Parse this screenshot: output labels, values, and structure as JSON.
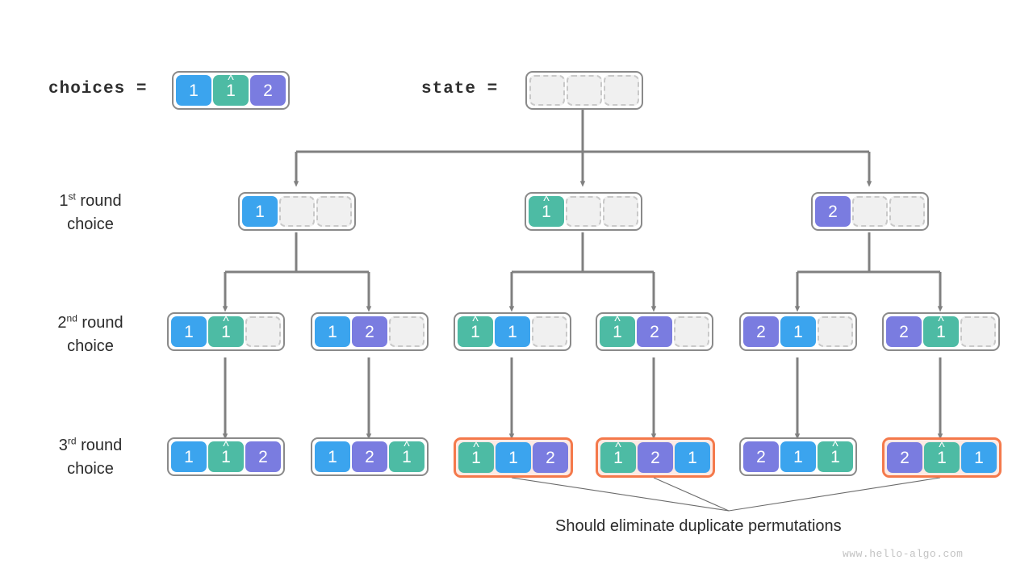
{
  "header": {
    "choices_label": "choices =",
    "state_label": "state =",
    "choices_cells": [
      {
        "value": "1",
        "color": "blue",
        "hat": false
      },
      {
        "value": "1",
        "color": "teal",
        "hat": true
      },
      {
        "value": "2",
        "color": "purple",
        "hat": false
      }
    ],
    "state_cells": [
      {
        "value": "",
        "color": "empty",
        "hat": false
      },
      {
        "value": "",
        "color": "empty",
        "hat": false
      },
      {
        "value": "",
        "color": "empty",
        "hat": false
      }
    ]
  },
  "rows": [
    {
      "label_main": "1",
      "label_sup": "st",
      "label_rest": " round",
      "label_line2": "choice"
    },
    {
      "label_main": "2",
      "label_sup": "nd",
      "label_rest": " round",
      "label_line2": "choice"
    },
    {
      "label_main": "3",
      "label_sup": "rd",
      "label_rest": " round",
      "label_line2": "choice"
    }
  ],
  "level1": [
    {
      "highlight": false,
      "cells": [
        {
          "value": "1",
          "color": "blue",
          "hat": false
        },
        {
          "value": "",
          "color": "empty",
          "hat": false
        },
        {
          "value": "",
          "color": "empty",
          "hat": false
        }
      ]
    },
    {
      "highlight": false,
      "cells": [
        {
          "value": "1",
          "color": "teal",
          "hat": true
        },
        {
          "value": "",
          "color": "empty",
          "hat": false
        },
        {
          "value": "",
          "color": "empty",
          "hat": false
        }
      ]
    },
    {
      "highlight": false,
      "cells": [
        {
          "value": "2",
          "color": "purple",
          "hat": false
        },
        {
          "value": "",
          "color": "empty",
          "hat": false
        },
        {
          "value": "",
          "color": "empty",
          "hat": false
        }
      ]
    }
  ],
  "level2": [
    {
      "highlight": false,
      "cells": [
        {
          "value": "1",
          "color": "blue",
          "hat": false
        },
        {
          "value": "1",
          "color": "teal",
          "hat": true
        },
        {
          "value": "",
          "color": "empty",
          "hat": false
        }
      ]
    },
    {
      "highlight": false,
      "cells": [
        {
          "value": "1",
          "color": "blue",
          "hat": false
        },
        {
          "value": "2",
          "color": "purple",
          "hat": false
        },
        {
          "value": "",
          "color": "empty",
          "hat": false
        }
      ]
    },
    {
      "highlight": false,
      "cells": [
        {
          "value": "1",
          "color": "teal",
          "hat": true
        },
        {
          "value": "1",
          "color": "blue",
          "hat": false
        },
        {
          "value": "",
          "color": "empty",
          "hat": false
        }
      ]
    },
    {
      "highlight": false,
      "cells": [
        {
          "value": "1",
          "color": "teal",
          "hat": true
        },
        {
          "value": "2",
          "color": "purple",
          "hat": false
        },
        {
          "value": "",
          "color": "empty",
          "hat": false
        }
      ]
    },
    {
      "highlight": false,
      "cells": [
        {
          "value": "2",
          "color": "purple",
          "hat": false
        },
        {
          "value": "1",
          "color": "blue",
          "hat": false
        },
        {
          "value": "",
          "color": "empty",
          "hat": false
        }
      ]
    },
    {
      "highlight": false,
      "cells": [
        {
          "value": "2",
          "color": "purple",
          "hat": false
        },
        {
          "value": "1",
          "color": "teal",
          "hat": true
        },
        {
          "value": "",
          "color": "empty",
          "hat": false
        }
      ]
    }
  ],
  "level3": [
    {
      "highlight": false,
      "cells": [
        {
          "value": "1",
          "color": "blue",
          "hat": false
        },
        {
          "value": "1",
          "color": "teal",
          "hat": true
        },
        {
          "value": "2",
          "color": "purple",
          "hat": false
        }
      ]
    },
    {
      "highlight": false,
      "cells": [
        {
          "value": "1",
          "color": "blue",
          "hat": false
        },
        {
          "value": "2",
          "color": "purple",
          "hat": false
        },
        {
          "value": "1",
          "color": "teal",
          "hat": true
        }
      ]
    },
    {
      "highlight": true,
      "cells": [
        {
          "value": "1",
          "color": "teal",
          "hat": true
        },
        {
          "value": "1",
          "color": "blue",
          "hat": false
        },
        {
          "value": "2",
          "color": "purple",
          "hat": false
        }
      ]
    },
    {
      "highlight": true,
      "cells": [
        {
          "value": "1",
          "color": "teal",
          "hat": true
        },
        {
          "value": "2",
          "color": "purple",
          "hat": false
        },
        {
          "value": "1",
          "color": "blue",
          "hat": false
        }
      ]
    },
    {
      "highlight": false,
      "cells": [
        {
          "value": "2",
          "color": "purple",
          "hat": false
        },
        {
          "value": "1",
          "color": "blue",
          "hat": false
        },
        {
          "value": "1",
          "color": "teal",
          "hat": true
        }
      ]
    },
    {
      "highlight": true,
      "cells": [
        {
          "value": "2",
          "color": "purple",
          "hat": false
        },
        {
          "value": "1",
          "color": "teal",
          "hat": true
        },
        {
          "value": "1",
          "color": "blue",
          "hat": false
        }
      ]
    }
  ],
  "footer": {
    "caption": "Should eliminate duplicate permutations",
    "watermark": "www.hello-algo.com"
  },
  "colors": {
    "blue": "#3ba4ee",
    "teal": "#4dbba4",
    "purple": "#7a7ce0",
    "empty_fill": "#f0f0f0",
    "empty_border": "#c9c9c9",
    "box_border": "#8a8a8a",
    "highlight_border": "#f4794b",
    "highlight_fill": "#fdeae4",
    "connector": "#808080",
    "text": "#2b2b2b"
  },
  "hat_glyph": "^"
}
